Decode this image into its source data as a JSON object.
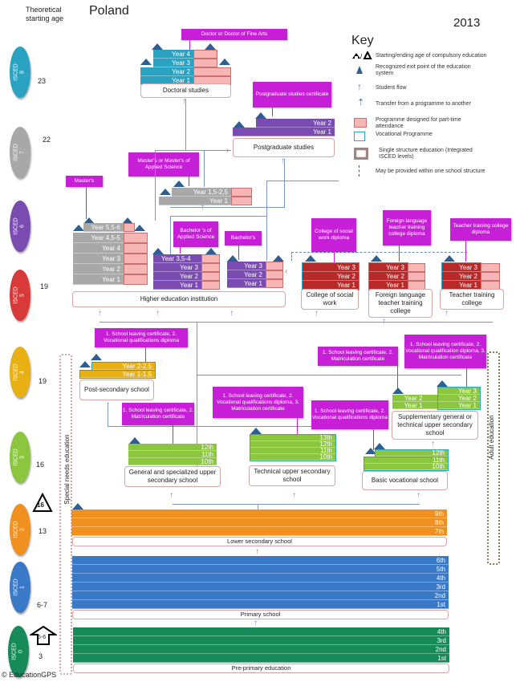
{
  "header": {
    "age_heading": "Theoretical starting age",
    "country": "Poland",
    "year": "2013",
    "copyright": "© EducationGPS"
  },
  "key": {
    "title": "Key",
    "items": [
      {
        "icon": "compulsory-age-icon",
        "label": "Starting/ending age of compulsory education"
      },
      {
        "icon": "exit-point-icon",
        "label": "Recognized exit point of the education system"
      },
      {
        "icon": "student-flow-arrow-icon",
        "label": "Student flow"
      },
      {
        "icon": "transfer-dashed-arrow-icon",
        "label": "Transfer from a programme to another"
      },
      {
        "icon": "part-time-swatch-icon",
        "label": "Programme designed for part-time attendance"
      },
      {
        "icon": "vocational-swatch-icon",
        "label": "Vocational Programme"
      },
      {
        "icon": "single-structure-swatch-icon",
        "label": "Single structure education (Integrated ISCED levels)"
      },
      {
        "icon": "dashed-line-icon",
        "label": "May be provided within one school structure"
      }
    ]
  },
  "levels": [
    {
      "label": "ISCED\n8",
      "age": "23",
      "color": "#2aa3c2"
    },
    {
      "label": "ISCED\n7",
      "age": "22",
      "color": "#a8a8a8"
    },
    {
      "label": "ISCED\n6",
      "age": "",
      "color": "#7a4bb0"
    },
    {
      "label": "ISCED\n5",
      "age": "19",
      "color": "#d83a3a"
    },
    {
      "label": "ISCED\n4",
      "age": "19",
      "color": "#e8b012"
    },
    {
      "label": "ISCED\n3",
      "age": "16",
      "color": "#8cc63f"
    },
    {
      "label": "ISCED\n2",
      "age": "13",
      "color": "#f0911f"
    },
    {
      "label": "ISCED\n1",
      "age": "6-7",
      "color": "#3a78c8"
    },
    {
      "label": "ISCED\n0",
      "age": "3",
      "color": "#178a5a"
    }
  ],
  "compulsory": {
    "end_age": "16",
    "start_age": "5-6"
  },
  "side_labels": {
    "special_needs": "Special needs education",
    "adult": "Adult education"
  },
  "programmes": {
    "doctoral": {
      "name": "Doctoral studies",
      "award": "Doctor or Doctor of Fine Arts",
      "years": [
        "Year 4",
        "Year 3",
        "Year 2",
        "Year 1"
      ]
    },
    "postgraduate": {
      "name": "Postgraduate studies",
      "award": "Postgraduate studies certificate",
      "years": [
        "Year 2",
        "Year 1"
      ]
    },
    "masters_second": {
      "award": "Master's or Master's of Applied Science",
      "years": [
        "Year 1,5-2,5",
        "Year 1"
      ]
    },
    "masters_long": {
      "award": "Master's",
      "years": [
        "Year 5,5-6",
        "Year 4,5-5",
        "Year 4",
        "Year 3",
        "Year 2",
        "Year 1"
      ]
    },
    "bachelor_applied": {
      "award": "Bachelor 's of Applied Science",
      "years": [
        "Year 3,5-4",
        "Year 3",
        "Year 2",
        "Year 1"
      ]
    },
    "bachelor": {
      "award": "Bachelor's",
      "years": [
        "Year 3",
        "Year 2",
        "Year 1"
      ]
    },
    "higher_ed": {
      "name": "Higher education institution"
    },
    "social_work": {
      "name": "College of social work",
      "award": "College of social work diploma",
      "years": [
        "Year 3",
        "Year 2",
        "Year 1"
      ]
    },
    "foreign_lang": {
      "name": "Foreign language teacher training college",
      "award": "Foreign language teacher training college diploma",
      "years": [
        "Year 3",
        "Year 2",
        "Year 1"
      ]
    },
    "teacher_training": {
      "name": "Teacher training college",
      "award": "Teacher training college diploma",
      "years": [
        "Year 3",
        "Year 2",
        "Year 1"
      ]
    },
    "post_secondary": {
      "name": "Post-secondary school",
      "award": "1. School leaving  certificate, 2. Vocational qualifications diploma",
      "years": [
        "Year 2-2.5",
        "Year 1-1.5"
      ]
    },
    "general_upper": {
      "name": "General and specialized upper secondary school",
      "award": "1. School leaving certificate, 2. Matriculation certificate",
      "years": [
        "12th",
        "11th",
        "10th"
      ]
    },
    "technical_upper": {
      "name": "Technical upper secondary school",
      "award": "1. School leaving certificate, 2. Vocational qualifications diploma, 3. Matriculation certificate",
      "years": [
        "13th",
        "12th",
        "11th",
        "10th"
      ]
    },
    "basic_vocational": {
      "name": "Basic vocational school",
      "award": "1. School leaving certificate, 2. Vocational qualifications diploma",
      "years": [
        "12th",
        "11th",
        "10th"
      ]
    },
    "supplementary": {
      "name": "Supplementary general or technical upper secondary school",
      "award_general": "1. School leaving certificate, 2. Matriculation certificate",
      "award_technical": "1. School leaving certificate, 2. Vocational qualification diploma, 3. Matriculation certificate",
      "years_general": [
        "Year 2",
        "Year 1"
      ],
      "years_technical": [
        "Year 3",
        "Year 2",
        "Year 1"
      ]
    },
    "lower_secondary": {
      "name": "Lower secondary school",
      "years": [
        "9th",
        "8th",
        "7th"
      ]
    },
    "primary": {
      "name": "Primary school",
      "years": [
        "6th",
        "5th",
        "4th",
        "3rd",
        "2nd",
        "1st"
      ]
    },
    "pre_primary": {
      "name": "Pre-primary  education",
      "years": [
        "4th",
        "3rd",
        "2nd",
        "1st"
      ]
    }
  }
}
